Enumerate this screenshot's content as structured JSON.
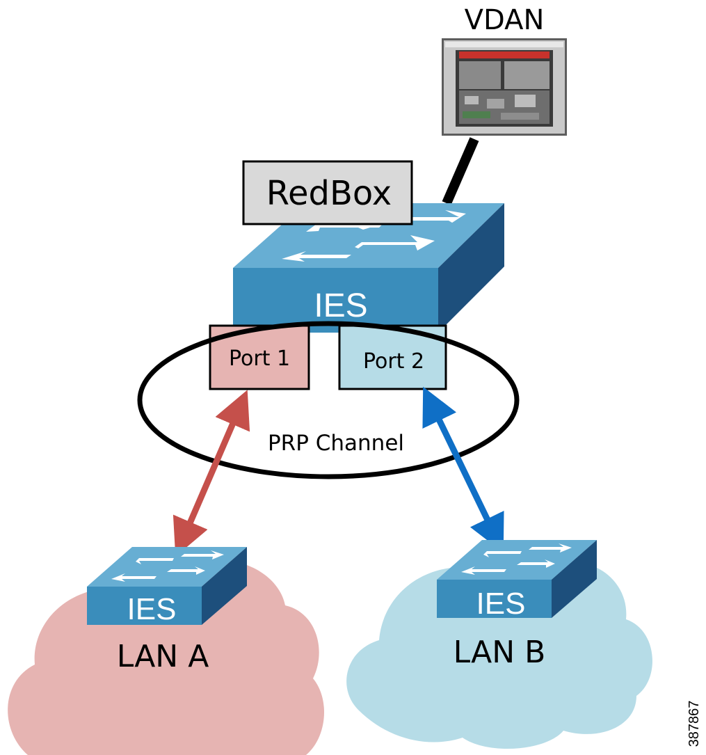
{
  "vdan": {
    "label": "VDAN"
  },
  "redbox": {
    "label": "RedBox"
  },
  "main_switch": {
    "label": "IES"
  },
  "ports": {
    "port1": {
      "label": "Port 1"
    },
    "port2": {
      "label": "Port 2"
    }
  },
  "prp_channel": {
    "label": "PRP Channel"
  },
  "lan_a": {
    "switch_label": "IES",
    "label": "LAN A"
  },
  "lan_b": {
    "switch_label": "IES",
    "label": "LAN B"
  },
  "figure_id": "387867",
  "colors": {
    "switch_top": "#67aed3",
    "switch_front": "#3a8dbb",
    "switch_side": "#1d4f7c",
    "port1_fill": "#e6b4b2",
    "port2_fill": "#b6dce7",
    "cloud_a": "#e6b4b2",
    "cloud_b": "#b6dce7",
    "arrow_a": "#c5504b",
    "arrow_b": "#0f6fc6",
    "redbox_fill": "#d9d9d9"
  }
}
